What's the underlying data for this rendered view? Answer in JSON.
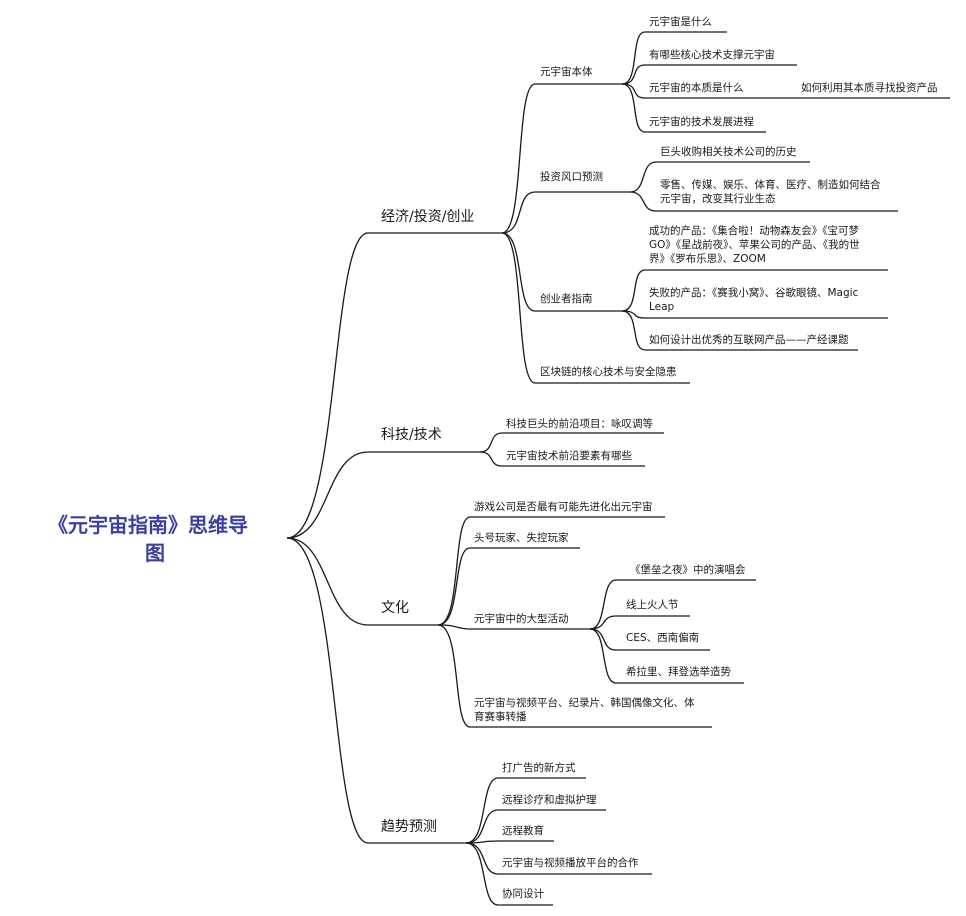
{
  "root": {
    "line1": "《元宇宙指南》思维导",
    "line2": "图"
  },
  "branches": {
    "economy": {
      "label": "经济/投资/创业",
      "metaverse": {
        "label": "元宇宙本体",
        "items": [
          "元宇宙是什么",
          "有哪些核心技术支撑元宇宙",
          "元宇宙的本质是什么",
          "元宇宙的技术发展进程"
        ],
        "essence_child": "如何利用其本质寻找投资产品"
      },
      "investment": {
        "label": "投资风口预测",
        "items": [
          "巨头收购相关技术公司的历史",
          "零售、传媒、娱乐、体育、医疗、制造如何结合",
          "元宇宙，改变其行业生态"
        ]
      },
      "startup": {
        "label": "创业者指南",
        "success": [
          "成功的产品：《集合啦！动物森友会》《宝可梦",
          "GO》《星战前夜》、苹果公司的产品、《我的世",
          "界》《罗布乐思》、ZOOM"
        ],
        "failure": [
          "失败的产品：《赛我小窝》、谷歌眼镜、Magic",
          "Leap"
        ],
        "design": "如何设计出优秀的互联网产品——产经课题"
      },
      "blockchain": "区块链的核心技术与安全隐患"
    },
    "tech": {
      "label": "科技/技术",
      "items": [
        "科技巨头的前沿项目：咏叹调等",
        "元宇宙技术前沿要素有哪些"
      ]
    },
    "culture": {
      "label": "文化",
      "game": "游戏公司是否最有可能先进化出元宇宙",
      "players": "头号玩家、失控玩家",
      "events": {
        "label": "元宇宙中的大型活动",
        "items": [
          "《堡垒之夜》中的演唱会",
          "线上火人节",
          "CES、西南偏南",
          "希拉里、拜登选举造势"
        ]
      },
      "video": [
        "元宇宙与视频平台、纪录片、韩国偶像文化、体",
        "育赛事转播"
      ]
    },
    "trend": {
      "label": "趋势预测",
      "items": [
        "打广告的新方式",
        "远程诊疗和虚拟护理",
        "远程教育",
        "元宇宙与视频播放平台的合作",
        "协同设计"
      ]
    }
  }
}
